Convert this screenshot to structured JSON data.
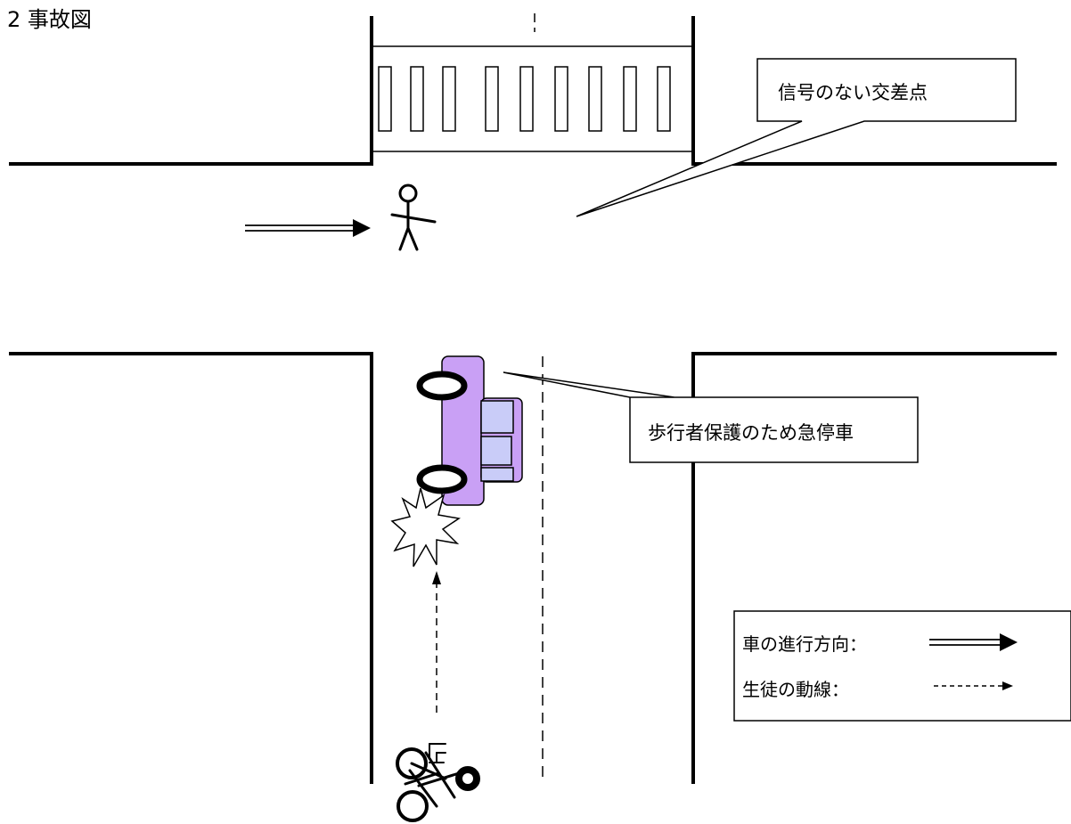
{
  "title": "2 事故図",
  "callouts": {
    "intersection": "信号のない交差点",
    "stop": "歩行者保護のため急停車"
  },
  "legend": {
    "car_direction": "車の進行方向：",
    "student_path": "生徒の動線："
  },
  "colors": {
    "car_body": "#c9a0f5",
    "car_window": "#c9ccf8",
    "line": "#000000"
  },
  "icons": [
    "pedestrian-icon",
    "car-icon",
    "collision-icon",
    "bicycle-icon",
    "double-arrow-icon",
    "dashed-arrow-icon"
  ]
}
